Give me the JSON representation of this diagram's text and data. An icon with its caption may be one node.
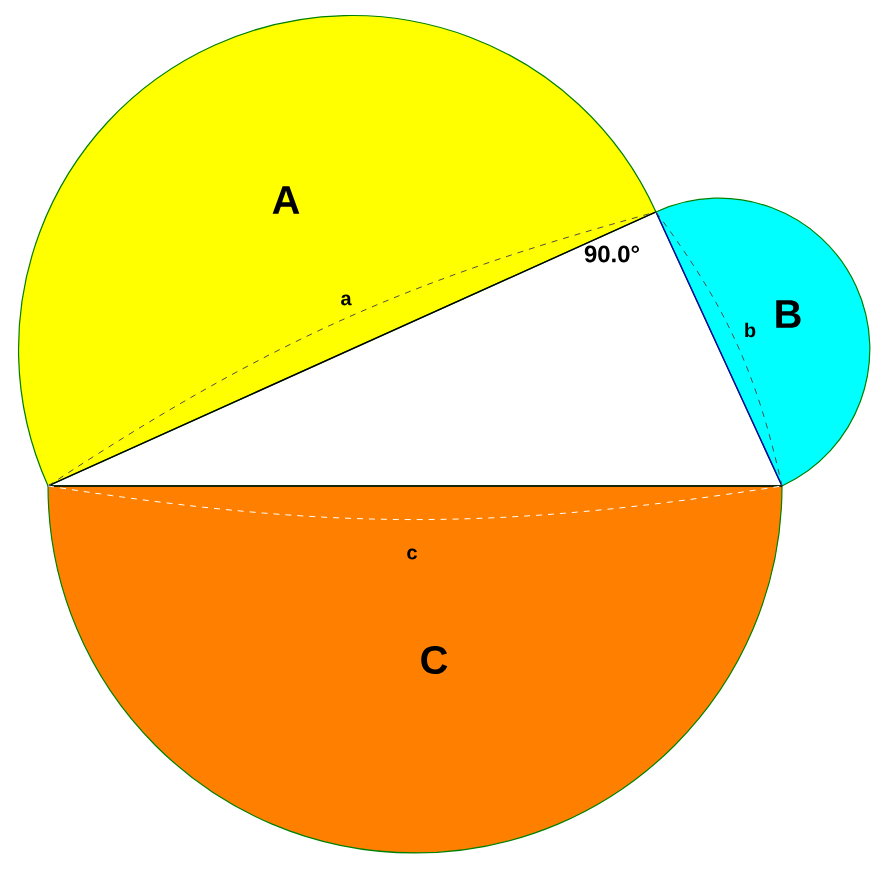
{
  "diagram": {
    "nodes": [
      {
        "text": [
          "A"
        ]
      },
      {
        "text": [
          "B"
        ]
      },
      {
        "text": [
          "C"
        ]
      }
    ],
    "labels": [
      "90.0°",
      "a",
      "b",
      "c"
    ]
  }
}
